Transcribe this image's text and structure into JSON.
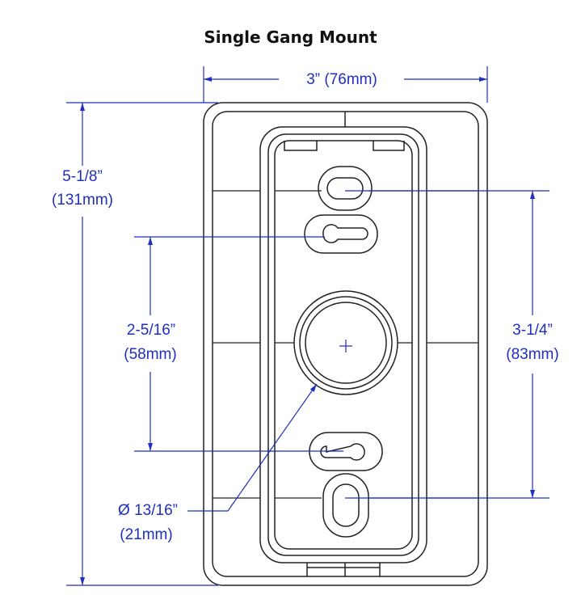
{
  "title": "Single Gang Mount",
  "dimensions": {
    "width": "3” (76mm)",
    "height_in": "5-1/8”",
    "height_mm": "(131mm)",
    "keyhole_spacing_in": "2-5/16”",
    "keyhole_spacing_mm": "(58mm)",
    "slot_spacing_in": "3-1/4”",
    "slot_spacing_mm": "(83mm)",
    "hole_diameter_in": "Ø 13/16”",
    "hole_diameter_mm": "(21mm)"
  },
  "colors": {
    "outline": "#222222",
    "dimension": "#1f2fbf"
  }
}
